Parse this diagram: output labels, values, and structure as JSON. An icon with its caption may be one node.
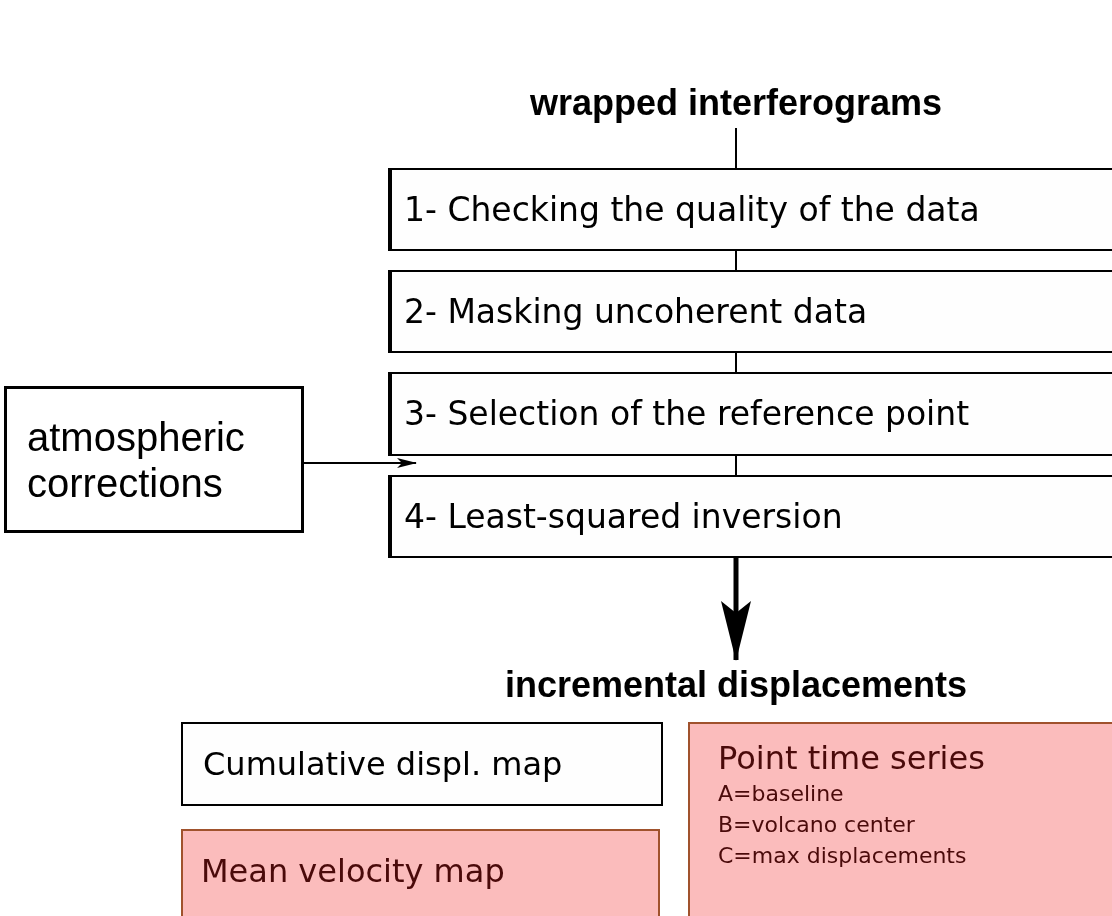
{
  "diagram": {
    "nodes": [
      {
        "text": [
          "wrapped interferograms"
        ]
      },
      {
        "text": [
          "1- Checking the quality of the data"
        ]
      },
      {
        "text": [
          "2- Masking uncoherent data"
        ]
      },
      {
        "text": [
          "3- Selection of the reference point"
        ]
      },
      {
        "text": [
          "4- Least-squared inversion"
        ]
      },
      {
        "text": [
          "atmospheric corrections"
        ]
      },
      {
        "text": [
          "incremental displacements"
        ]
      },
      {
        "text": [
          "Cumulative displ. map"
        ]
      },
      {
        "text": [
          "Point time series",
          "A=baseline",
          "B=volcano center",
          "C=max displacements"
        ]
      },
      {
        "text": [
          "Mean velocity map"
        ]
      }
    ],
    "edges": [
      {
        "from": 0,
        "to": 1,
        "arrow": "none"
      },
      {
        "from": 1,
        "to": 2,
        "arrow": "none"
      },
      {
        "from": 2,
        "to": 3,
        "arrow": "none"
      },
      {
        "from": 3,
        "to": 4,
        "arrow": "none"
      },
      {
        "from": 5,
        "to": 4,
        "arrow": "to"
      },
      {
        "from": 4,
        "to": 6,
        "arrow": "to",
        "style": "thick"
      }
    ]
  }
}
